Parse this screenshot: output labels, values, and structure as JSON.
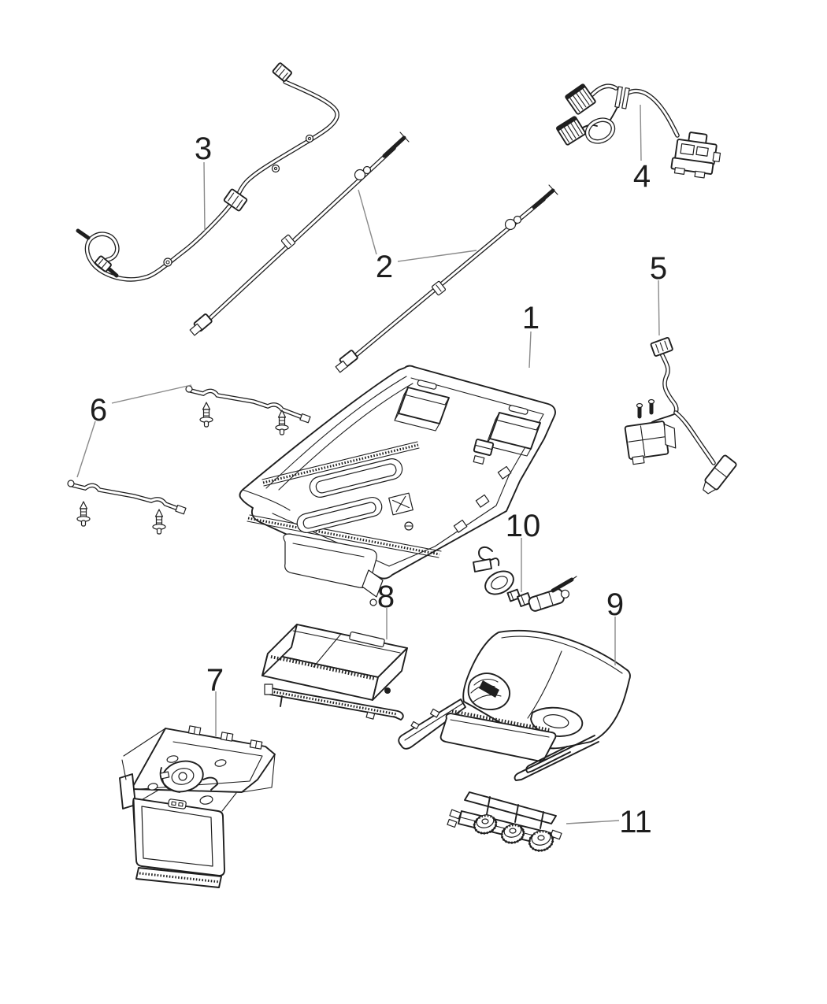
{
  "diagram": {
    "type": "exploded-parts-diagram",
    "subject": "overhead-console-and-video-wiring-components",
    "background_color": "#ffffff",
    "line_color": "#1f1f1f",
    "leader_line_color": "#8a8a8a",
    "label_color": "#1d1d1d",
    "callouts": [
      {
        "number": "1",
        "part": "overhead-console-housing"
      },
      {
        "number": "2",
        "part": "antenna-cables"
      },
      {
        "number": "3",
        "part": "wiring-harness"
      },
      {
        "number": "4",
        "part": "wiring-jumper-with-connectors"
      },
      {
        "number": "5",
        "part": "wiring-pigtail"
      },
      {
        "number": "6",
        "part": "mounting-brackets-and-screws"
      },
      {
        "number": "7",
        "part": "flip-down-video-screen-unit"
      },
      {
        "number": "8",
        "part": "dvd-player-module"
      },
      {
        "number": "9",
        "part": "rear-console-housing"
      },
      {
        "number": "10",
        "part": "lamp-sensor-pigtail"
      },
      {
        "number": "11",
        "part": "three-knob-switch-pod"
      }
    ]
  }
}
